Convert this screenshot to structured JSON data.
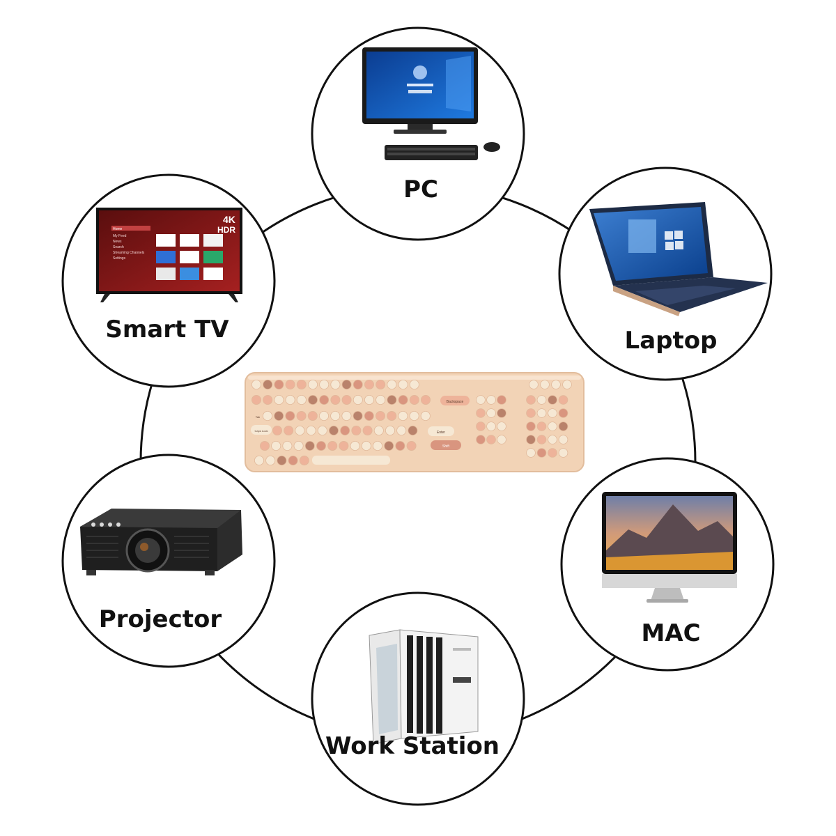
{
  "diagram": {
    "center_item": {
      "name": "retro-round-key-keyboard",
      "icon": "keyboard-icon"
    },
    "devices": [
      {
        "id": "pc",
        "label": "PC",
        "icon": "desktop-pc-icon"
      },
      {
        "id": "laptop",
        "label": "Laptop",
        "icon": "laptop-icon"
      },
      {
        "id": "mac",
        "label": "MAC",
        "icon": "imac-icon"
      },
      {
        "id": "workstation",
        "label": "Work Station",
        "icon": "tower-workstation-icon"
      },
      {
        "id": "projector",
        "label": "Projector",
        "icon": "projector-icon"
      },
      {
        "id": "smart-tv",
        "label": "Smart TV",
        "icon": "smart-tv-icon"
      }
    ],
    "keyboard_keys": {
      "backspace": "Backspace",
      "enter": "Enter",
      "shift": "Shift",
      "caps": "Caps Lock",
      "tab": "Tab"
    },
    "tv_badge": {
      "resolution": "4K",
      "hdr": "HDR"
    },
    "tv_menu": [
      "Home",
      "My Feed",
      "News",
      "Search",
      "Streaming Channels",
      "Settings"
    ]
  },
  "colors": {
    "ring": "#111111",
    "keyboard_body": "#f2d3b6",
    "key_cream": "#f6e8d4",
    "key_peach": "#eeb39a",
    "key_rose": "#d9957f",
    "key_brown": "#b9826b",
    "pc_screen": "#1565c0",
    "tv_screen": "#8b1a1a",
    "mac_sky": "#c87850"
  }
}
